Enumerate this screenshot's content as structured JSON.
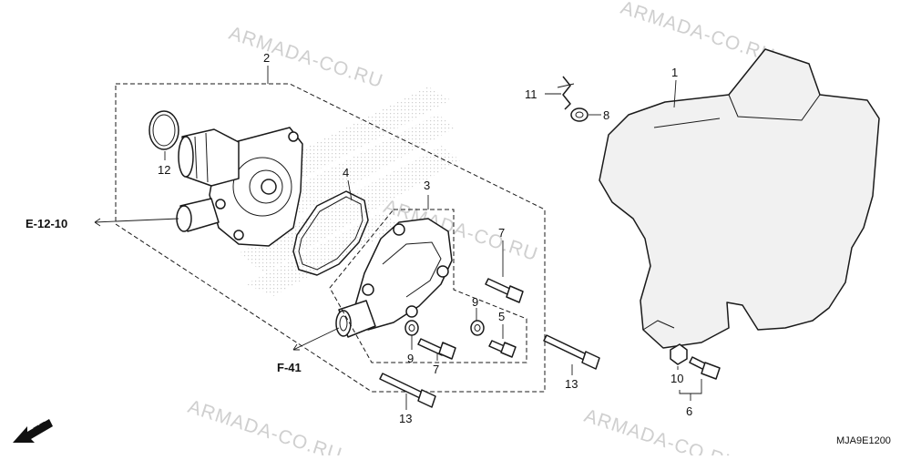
{
  "watermark": "ARMADA-CO.RU",
  "diagram_code": "MJA9E1200",
  "reference_labels": {
    "e": "E-12-10",
    "f": "F-41",
    "front": "FR."
  },
  "callouts": {
    "c1": "1",
    "c2": "2",
    "c3": "3",
    "c4": "4",
    "c5": "5",
    "c6": "6",
    "c7a": "7",
    "c7b": "7",
    "c8": "8",
    "c9a": "9",
    "c9b": "9",
    "c10": "10",
    "c11": "11",
    "c12": "12",
    "c13a": "13",
    "c13b": "13"
  },
  "colors": {
    "line": "#1a1a1a",
    "cover_fill": "#f1f1f1",
    "watermark": "#cfcfcf",
    "screen": "#c8c8c8"
  }
}
